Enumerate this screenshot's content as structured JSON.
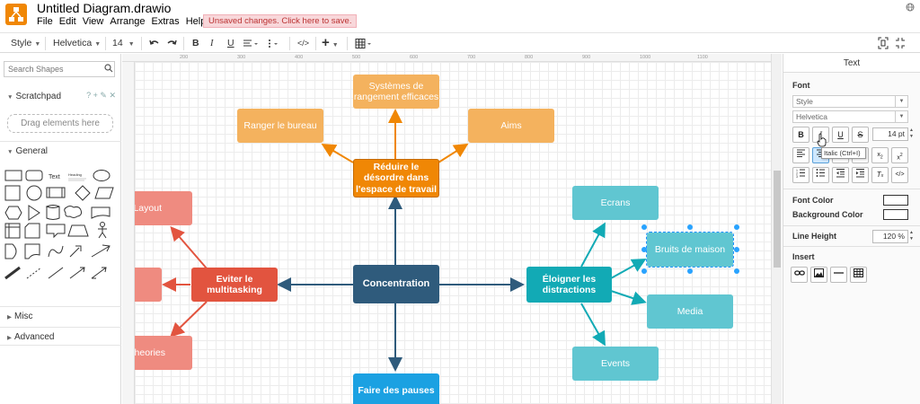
{
  "app": {
    "title": "Untitled Diagram.drawio",
    "unsaved_notice": "Unsaved changes. Click here to save.",
    "menu": [
      "File",
      "Edit",
      "View",
      "Arrange",
      "Extras",
      "Help"
    ]
  },
  "toolbar": {
    "style_label": "Style",
    "font_label": "Helvetica",
    "size_label": "14"
  },
  "left_panel": {
    "search_placeholder": "Search Shapes",
    "scratchpad_label": "Scratchpad",
    "scratchpad_tools": "? + ✎ ✕",
    "drop_hint": "Drag elements here",
    "general_label": "General",
    "misc_label": "Misc",
    "advanced_label": "Advanced"
  },
  "rulers": {
    "top": [
      "200",
      "300",
      "400",
      "500",
      "600",
      "700",
      "800",
      "900",
      "1000",
      "1100"
    ]
  },
  "diagram": {
    "center": "Concentration",
    "top_node": "Réduire le désordre dans l'espace de travail",
    "top_children": [
      "Systèmes de rangement efficaces",
      "Ranger le bureau",
      "Aims"
    ],
    "left_node": "Eviter le multitasking",
    "left_children": [
      "Layout",
      "Theories"
    ],
    "right_node": "Éloigner les distractions",
    "right_children": [
      "Ecrans",
      "Bruits de maison",
      "Media",
      "Events"
    ],
    "bottom_node": "Faire des pauses"
  },
  "right_panel": {
    "tab_label": "Text",
    "font_section": "Font",
    "style_select": "Style",
    "font_select": "Helvetica",
    "font_size": "14 pt",
    "tooltip": "Italic (Ctrl+I)",
    "font_color_label": "Font Color",
    "background_color_label": "Background Color",
    "line_height_label": "Line Height",
    "line_height_value": "120 %",
    "insert_label": "Insert"
  }
}
